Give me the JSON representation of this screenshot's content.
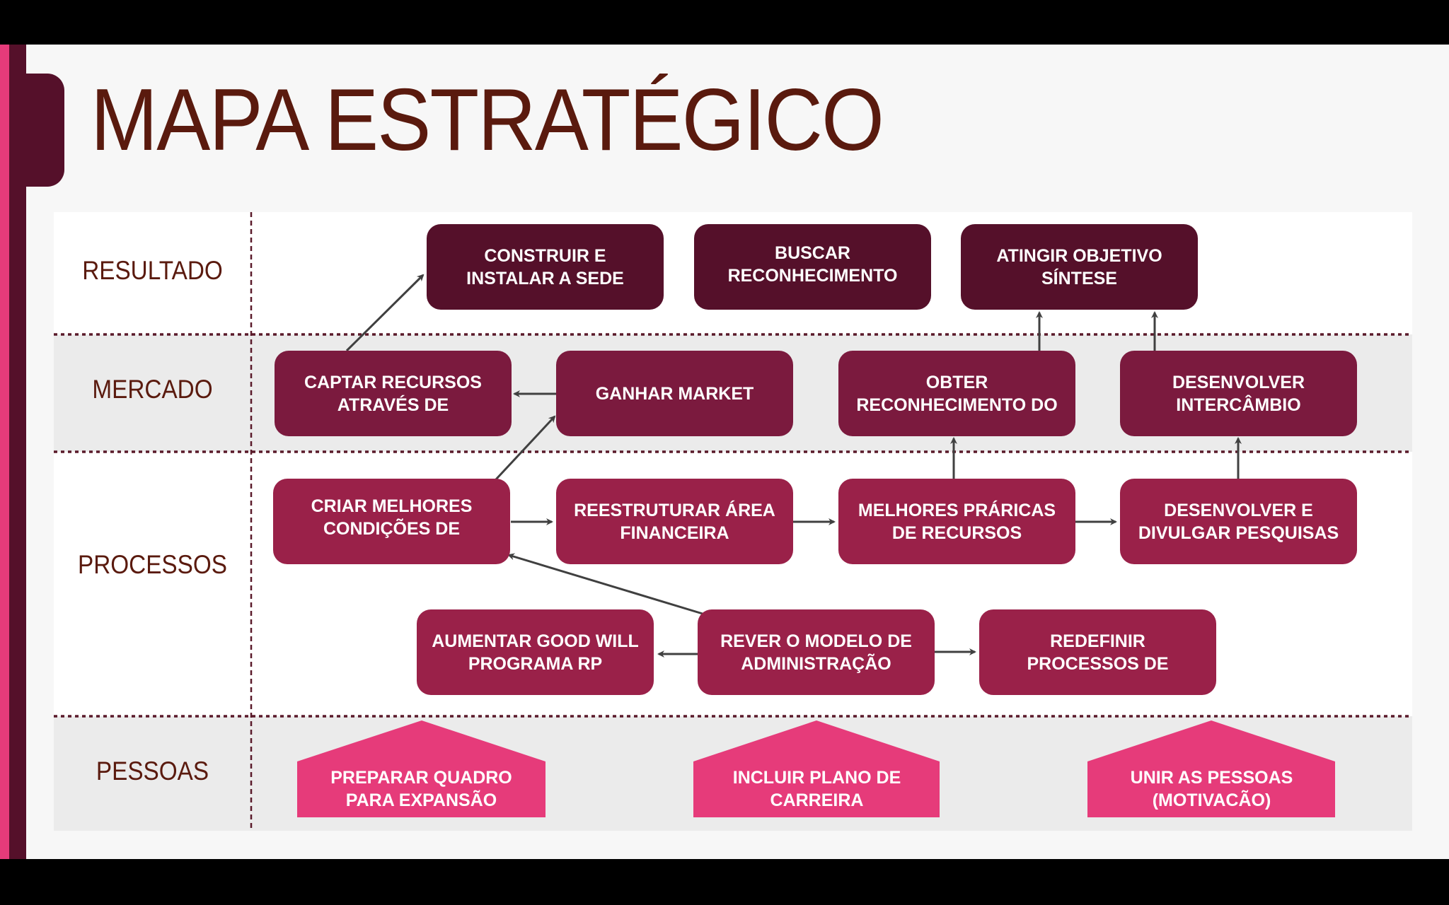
{
  "title": "MAPA ESTRATÉGICO",
  "rows": {
    "resultado": "RESULTADO",
    "mercado": "MERCADO",
    "processos": "PROCESSOS",
    "pessoas": "PESSOAS"
  },
  "resultado": [
    {
      "l1": "CONSTRUIR E",
      "l2": "INSTALAR A SEDE"
    },
    {
      "l1": "BUSCAR",
      "l2": "RECONHECIMENTO"
    },
    {
      "l1": "ATINGIR OBJETIVO",
      "l2": "SÍNTESE"
    }
  ],
  "mercado": [
    {
      "l1": "CAPTAR RECURSOS",
      "l2": "ATRAVÉS DE"
    },
    {
      "l1": "GANHAR MARKET",
      "l2": ""
    },
    {
      "l1": "OBTER",
      "l2": "RECONHECIMENTO DO"
    },
    {
      "l1": "DESENVOLVER",
      "l2": "INTERCÂMBIO"
    }
  ],
  "processos": [
    {
      "l1": "CRIAR MELHORES",
      "l2": "CONDIÇÕES DE"
    },
    {
      "l1": "REESTRUTURAR ÁREA",
      "l2": "FINANCEIRA"
    },
    {
      "l1": "MELHORES PRÁRICAS",
      "l2": "DE RECURSOS"
    },
    {
      "l1": "DESENVOLVER E",
      "l2": "DIVULGAR PESQUISAS"
    },
    {
      "l1": "AUMENTAR GOOD WILL",
      "l2": "PROGRAMA RP"
    },
    {
      "l1": "REVER O MODELO DE",
      "l2": "ADMINISTRAÇÃO"
    },
    {
      "l1": "REDEFINIR",
      "l2": "PROCESSOS DE"
    }
  ],
  "pessoas": [
    {
      "l1": "PREPARAR QUADRO",
      "l2": "PARA EXPANSÃO"
    },
    {
      "l1": "INCLUIR PLANO DE",
      "l2": "CARREIRA"
    },
    {
      "l1": "UNIR AS PESSOAS",
      "l2": "(MOTIVACÃO)"
    }
  ],
  "colors": {
    "resultado": "#55102a",
    "mercado": "#7b1a3e",
    "processos": "#9a2149",
    "pessoas": "#e63b7a",
    "text": "#5a1a0e"
  }
}
